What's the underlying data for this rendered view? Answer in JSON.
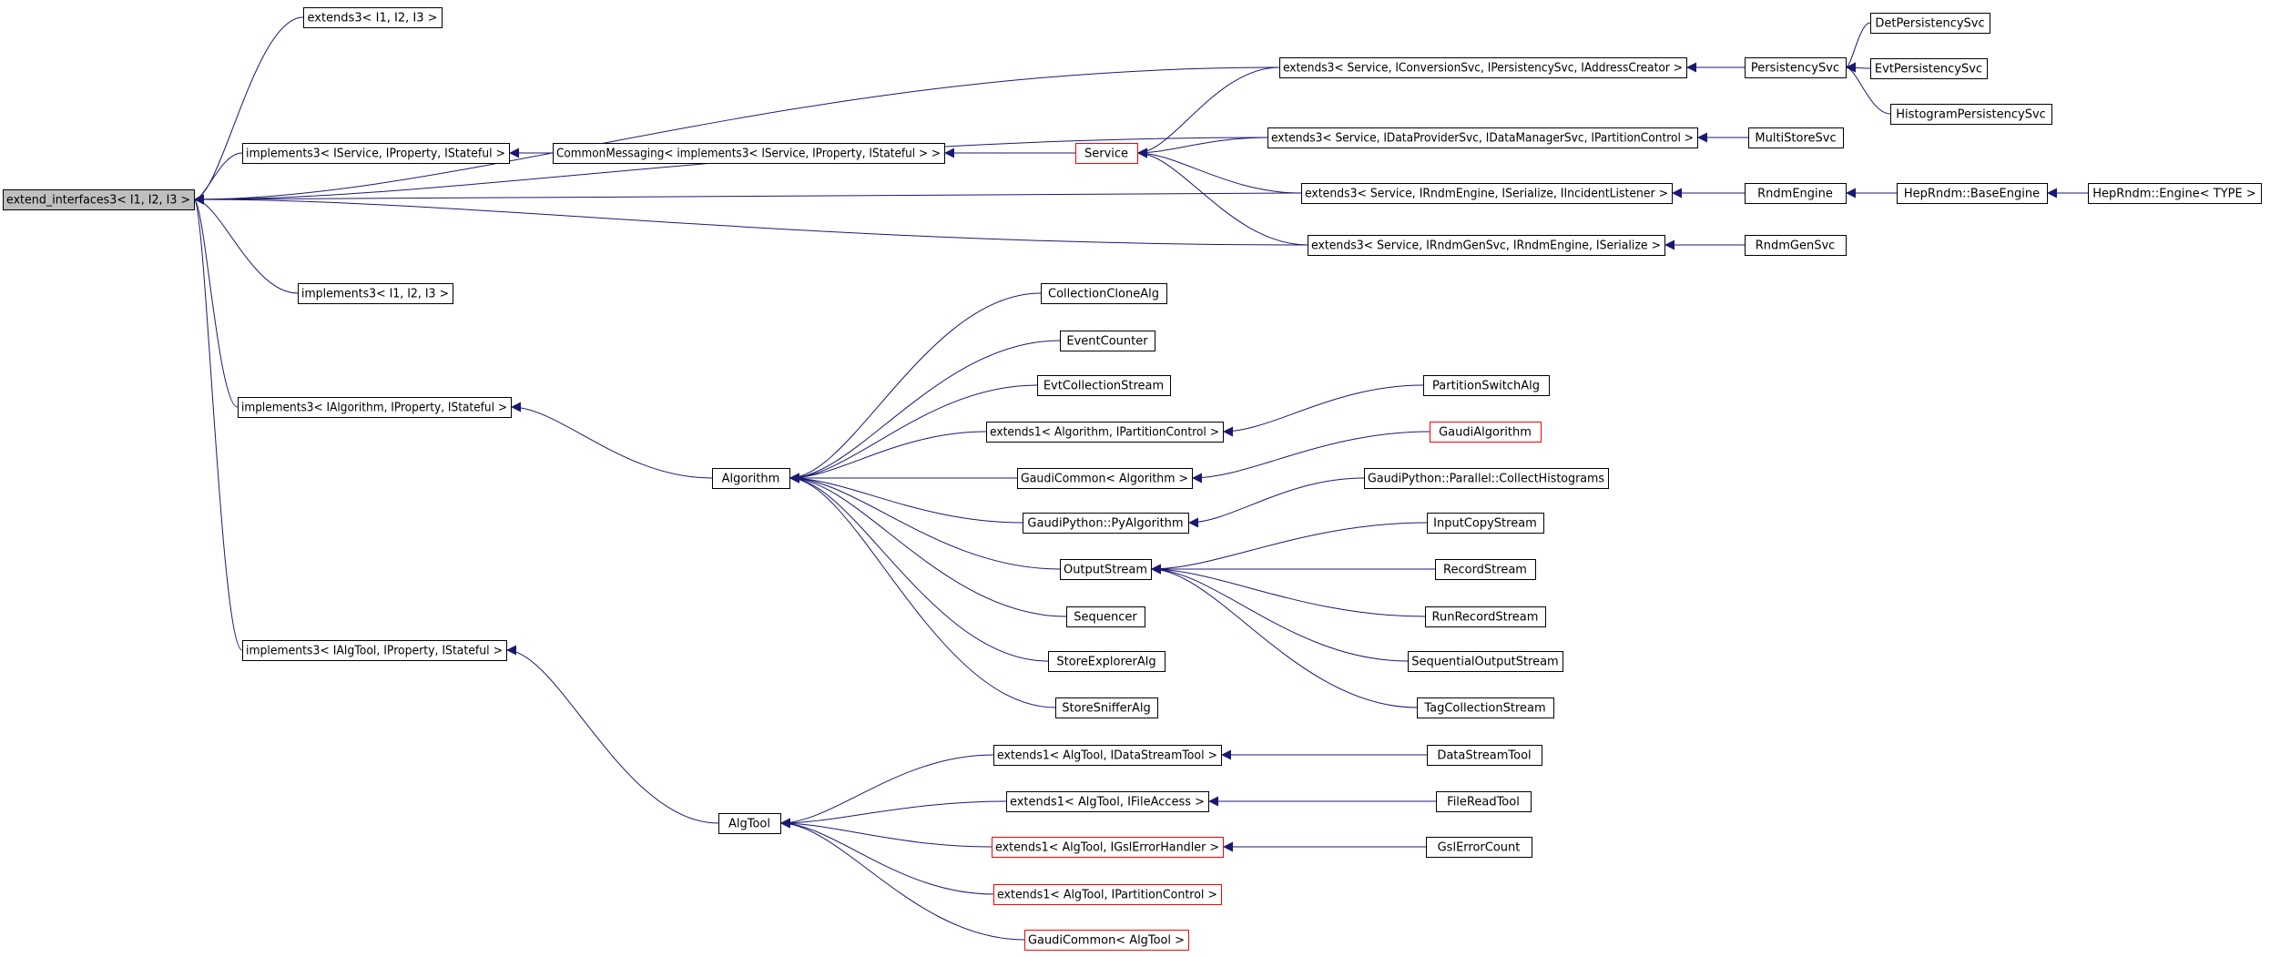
{
  "colors": {
    "edge": "#191970",
    "node_border": "#000000",
    "node_border_highlight": "#ff0000",
    "root_fill": "#bfbfbf",
    "node_fill": "#ffffff"
  },
  "nodes": {
    "extend_interfaces3": "extend_interfaces3< I1, I2, I3 >",
    "extends3_i123": "extends3< I1, I2, I3 >",
    "implements3_service": "implements3< IService, IProperty, IStateful >",
    "implements3_i123": "implements3< I1, I2, I3 >",
    "implements3_algorithm": "implements3< IAlgorithm, IProperty, IStateful >",
    "implements3_algtool": "implements3< IAlgTool, IProperty, IStateful >",
    "common_messaging": "CommonMessaging< implements3< IService, IProperty, IStateful > >",
    "service": "Service",
    "extends3_conversion": "extends3< Service, IConversionSvc, IPersistencySvc, IAddressCreator >",
    "extends3_dataprovider": "extends3< Service, IDataProviderSvc, IDataManagerSvc, IPartitionControl >",
    "extends3_rndmengine": "extends3< Service, IRndmEngine, ISerialize, IIncidentListener >",
    "extends3_rndmgen": "extends3< Service, IRndmGenSvc, IRndmEngine, ISerialize >",
    "persistency_svc": "PersistencySvc",
    "det_persistency": "DetPersistencySvc",
    "evt_persistency": "EvtPersistencySvc",
    "histogram_persistency": "HistogramPersistencySvc",
    "multistore_svc": "MultiStoreSvc",
    "rndm_engine": "RndmEngine",
    "hep_base_engine": "HepRndm::BaseEngine",
    "hep_engine": "HepRndm::Engine< TYPE >",
    "rndm_gen_svc": "RndmGenSvc",
    "algorithm": "Algorithm",
    "collection_clone_alg": "CollectionCloneAlg",
    "event_counter": "EventCounter",
    "evt_collection_stream": "EvtCollectionStream",
    "extends1_algorithm": "extends1< Algorithm, IPartitionControl >",
    "gaudi_common_algorithm": "GaudiCommon< Algorithm >",
    "gaudi_python_pyalgorithm": "GaudiPython::PyAlgorithm",
    "output_stream": "OutputStream",
    "sequencer": "Sequencer",
    "store_explorer_alg": "StoreExplorerAlg",
    "store_sniffer_alg": "StoreSnifferAlg",
    "partition_switch_alg": "PartitionSwitchAlg",
    "gaudi_algorithm": "GaudiAlgorithm",
    "collect_histograms": "GaudiPython::Parallel::CollectHistograms",
    "input_copy_stream": "InputCopyStream",
    "record_stream": "RecordStream",
    "run_record_stream": "RunRecordStream",
    "sequential_output_stream": "SequentialOutputStream",
    "tag_collection_stream": "TagCollectionStream",
    "algtool": "AlgTool",
    "extends1_datastream": "extends1< AlgTool, IDataStreamTool >",
    "extends1_fileaccess": "extends1< AlgTool, IFileAccess >",
    "extends1_gslerror": "extends1< AlgTool, IGslErrorHandler >",
    "extends1_partition": "extends1< AlgTool, IPartitionControl >",
    "gaudi_common_algtool": "GaudiCommon< AlgTool >",
    "datastream_tool": "DataStreamTool",
    "fileread_tool": "FileReadTool",
    "gsl_error_count": "GslErrorCount"
  },
  "edges": [
    [
      "extends3_i123",
      "extend_interfaces3"
    ],
    [
      "extends3_conversion",
      "extend_interfaces3"
    ],
    [
      "extends3_dataprovider",
      "extend_interfaces3"
    ],
    [
      "implements3_service",
      "extend_interfaces3"
    ],
    [
      "extends3_rndmengine",
      "extend_interfaces3"
    ],
    [
      "extends3_rndmgen",
      "extend_interfaces3"
    ],
    [
      "implements3_i123",
      "extend_interfaces3"
    ],
    [
      "implements3_algorithm",
      "extend_interfaces3"
    ],
    [
      "implements3_algtool",
      "extend_interfaces3"
    ],
    [
      "common_messaging",
      "implements3_service"
    ],
    [
      "service",
      "common_messaging"
    ],
    [
      "extends3_conversion",
      "service"
    ],
    [
      "extends3_dataprovider",
      "service"
    ],
    [
      "extends3_rndmengine",
      "service"
    ],
    [
      "extends3_rndmgen",
      "service"
    ],
    [
      "persistency_svc",
      "extends3_conversion"
    ],
    [
      "det_persistency",
      "persistency_svc"
    ],
    [
      "evt_persistency",
      "persistency_svc"
    ],
    [
      "histogram_persistency",
      "persistency_svc"
    ],
    [
      "multistore_svc",
      "extends3_dataprovider"
    ],
    [
      "rndm_engine",
      "extends3_rndmengine"
    ],
    [
      "hep_base_engine",
      "rndm_engine"
    ],
    [
      "hep_engine",
      "hep_base_engine"
    ],
    [
      "rndm_gen_svc",
      "extends3_rndmgen"
    ],
    [
      "algorithm",
      "implements3_algorithm"
    ],
    [
      "collection_clone_alg",
      "algorithm"
    ],
    [
      "event_counter",
      "algorithm"
    ],
    [
      "evt_collection_stream",
      "algorithm"
    ],
    [
      "extends1_algorithm",
      "algorithm"
    ],
    [
      "gaudi_common_algorithm",
      "algorithm"
    ],
    [
      "gaudi_python_pyalgorithm",
      "algorithm"
    ],
    [
      "output_stream",
      "algorithm"
    ],
    [
      "sequencer",
      "algorithm"
    ],
    [
      "store_explorer_alg",
      "algorithm"
    ],
    [
      "store_sniffer_alg",
      "algorithm"
    ],
    [
      "partition_switch_alg",
      "extends1_algorithm"
    ],
    [
      "gaudi_algorithm",
      "gaudi_common_algorithm"
    ],
    [
      "collect_histograms",
      "gaudi_python_pyalgorithm"
    ],
    [
      "input_copy_stream",
      "output_stream"
    ],
    [
      "record_stream",
      "output_stream"
    ],
    [
      "run_record_stream",
      "output_stream"
    ],
    [
      "sequential_output_stream",
      "output_stream"
    ],
    [
      "tag_collection_stream",
      "output_stream"
    ],
    [
      "algtool",
      "implements3_algtool"
    ],
    [
      "extends1_datastream",
      "algtool"
    ],
    [
      "extends1_fileaccess",
      "algtool"
    ],
    [
      "extends1_gslerror",
      "algtool"
    ],
    [
      "extends1_partition",
      "algtool"
    ],
    [
      "gaudi_common_algtool",
      "algtool"
    ],
    [
      "datastream_tool",
      "extends1_datastream"
    ],
    [
      "fileread_tool",
      "extends1_fileaccess"
    ],
    [
      "gsl_error_count",
      "extends1_gslerror"
    ]
  ]
}
